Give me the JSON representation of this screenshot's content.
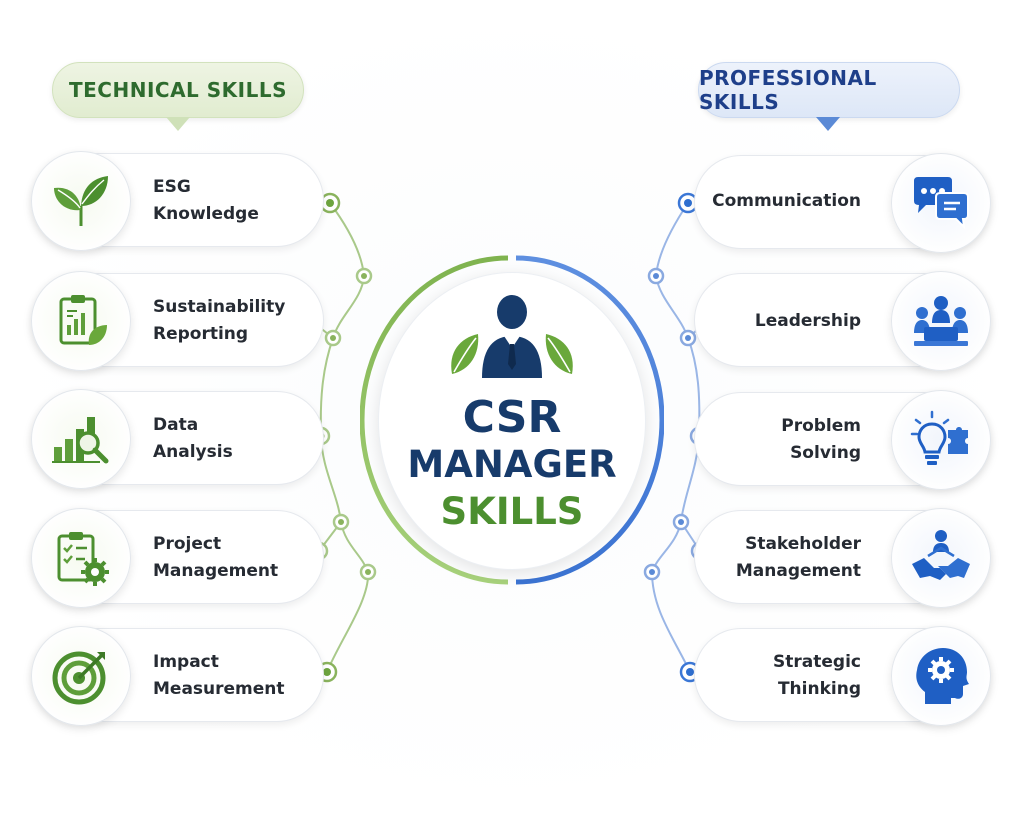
{
  "center": {
    "line1": "CSR",
    "line2": "MANAGER",
    "line3": "SKILLS"
  },
  "technical": {
    "header": "TECHNICAL SKILLS",
    "items": [
      {
        "line1": "ESG",
        "line2": "Knowledge",
        "icon": "leaf-icon"
      },
      {
        "line1": "Sustainability",
        "line2": "Reporting",
        "icon": "report-clipboard-icon"
      },
      {
        "line1": "Data",
        "line2": "Analysis",
        "icon": "chart-magnifier-icon"
      },
      {
        "line1": "Project",
        "line2": "Management",
        "icon": "checklist-gear-icon"
      },
      {
        "line1": "Impact",
        "line2": "Measurement",
        "icon": "target-icon"
      }
    ]
  },
  "professional": {
    "header": "PROFESSIONAL SKILLS",
    "items": [
      {
        "line1": "Communication",
        "line2": "",
        "icon": "chat-bubbles-icon"
      },
      {
        "line1": "Leadership",
        "line2": "",
        "icon": "team-meeting-icon"
      },
      {
        "line1": "Problem",
        "line2": "Solving",
        "icon": "lightbulb-puzzle-icon"
      },
      {
        "line1": "Stakeholder",
        "line2": "Management",
        "icon": "handshake-icon"
      },
      {
        "line1": "Strategic",
        "line2": "Thinking",
        "icon": "head-gear-icon"
      }
    ]
  },
  "colors": {
    "green": "#5e9e3a",
    "green_light": "#9cc46e",
    "blue": "#2f6fd0",
    "blue_light": "#6f9ae0",
    "navy": "#173b6b"
  }
}
